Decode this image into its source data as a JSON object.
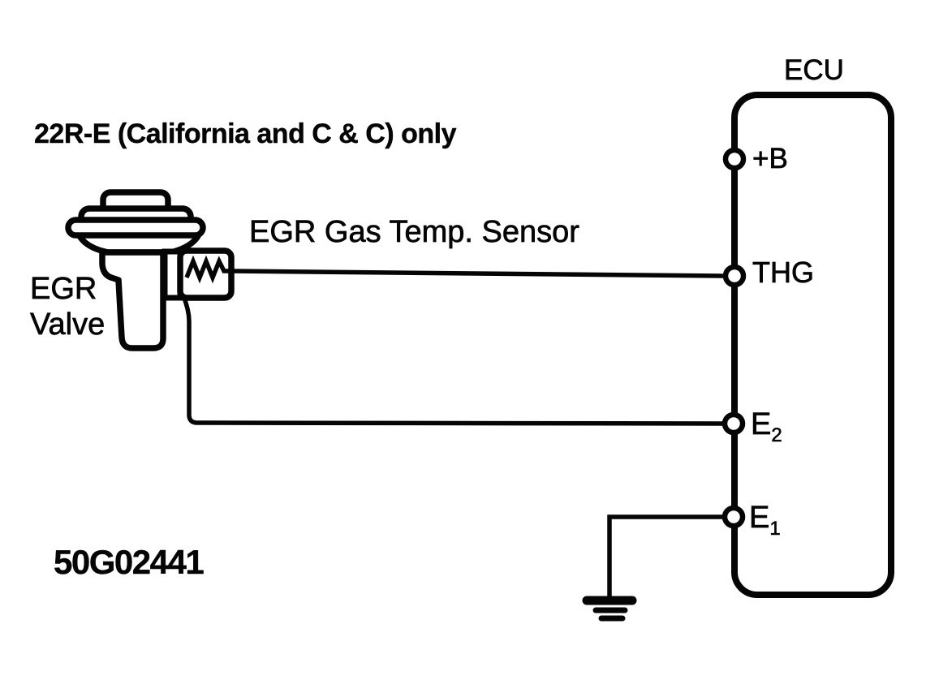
{
  "page": {
    "background": "#ffffff",
    "ink": "#050505"
  },
  "diagram": {
    "variant_note": "22R-E (California and C & C) only",
    "figure_id": "50G02441",
    "egr_valve": {
      "label_line1": "EGR",
      "label_line2": "Valve"
    },
    "sensor": {
      "label": "EGR Gas Temp. Sensor"
    },
    "ecu": {
      "title": "ECU",
      "terminals": [
        {
          "label": "+B",
          "sub": ""
        },
        {
          "label": "THG",
          "sub": ""
        },
        {
          "label": "E",
          "sub": "2"
        },
        {
          "label": "E",
          "sub": "1"
        }
      ]
    }
  }
}
